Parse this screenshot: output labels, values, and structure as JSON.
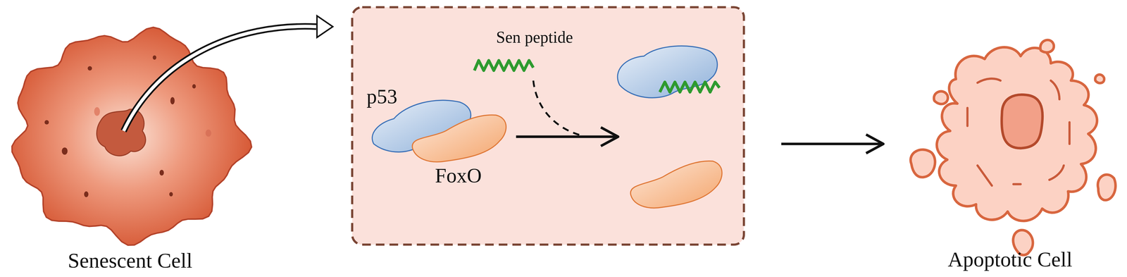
{
  "diagram": {
    "nodes": [
      {
        "text": [
          "Senescent Cell"
        ]
      },
      {
        "text": [
          "p53"
        ]
      },
      {
        "text": [
          "FoxO"
        ]
      },
      {
        "text": [
          "Apoptotic Cell"
        ]
      }
    ],
    "labels": [
      "Sen peptide"
    ]
  }
}
